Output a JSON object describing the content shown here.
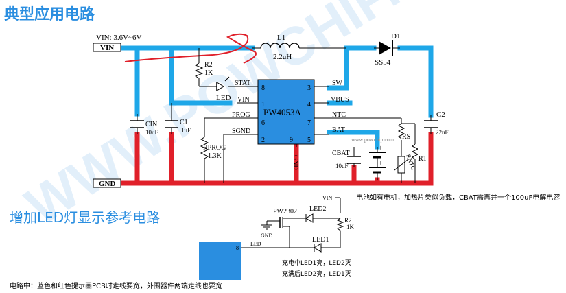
{
  "title": "典型应用电路",
  "subtitle": "增加LED灯显示参考电路",
  "watermark": "WWW.POWCHIP.COM",
  "colors": {
    "title": "#2a8ee0",
    "blue_trace": "#1ea7e8",
    "red_trace": "#e0202a",
    "ic_fill": "#2a8ee0",
    "wire": "#000000"
  },
  "main_circuit": {
    "vin_range": "VIN: 3.6V~6V",
    "vin_net": "VIN",
    "gnd_net": "GND",
    "r2_ref": "R2",
    "r2_val": "1K",
    "inductor_ref": "L1",
    "inductor_val": "2.2uH",
    "diode_ref": "D1",
    "diode_val": "SS54",
    "cin_ref": "CIN",
    "cin_val": "10uF",
    "c1_ref": "C1",
    "c1_val": "1uF",
    "c2_ref": "C2",
    "c2_val": "22uF",
    "rprog_ref": "RPROG",
    "rprog_val": "1.3K",
    "cbat_ref": "CBAT",
    "cbat_val": "10uF",
    "rs_ref": "RS",
    "rntc_ref": "RNTC",
    "r1_ref": "R1",
    "led_label": "LED",
    "ic_name": "PW4053A",
    "ic_gnd": "GND",
    "ic_url": "www.powchip.com",
    "pins": {
      "stat": "STAT",
      "stat_num": "8",
      "vin": "VIN",
      "vin_num": "1",
      "prog": "PROG",
      "prog_num": "6",
      "sgnd": "SGND",
      "sgnd_num": "2",
      "sw": "SW",
      "sw_num": "3",
      "vbus": "VBUS",
      "vbus_num": "4",
      "ntc": "NTC",
      "ntc_num": "7",
      "bat": "BAT",
      "bat_num": "5",
      "pad_num": "9"
    }
  },
  "led_circuit": {
    "pin_num": "8",
    "pin_label": "LED",
    "mosfet": "PW2302",
    "gnd": "GND",
    "led2": "LED2",
    "led1": "LED1",
    "r2_ref": "R2",
    "r2_val": "1K",
    "vin": "VIN",
    "note1": "充电中LED1亮，LED2灭",
    "note2": "充满后LED2亮，LED1灭"
  },
  "side_note": "电池如有电机，加热片类似负载，CBAT需再并一个100uF电解电容",
  "footer_note": "电路中：蓝色和红色提示画PCB时走线要宽，外围器件两端走线也要宽"
}
